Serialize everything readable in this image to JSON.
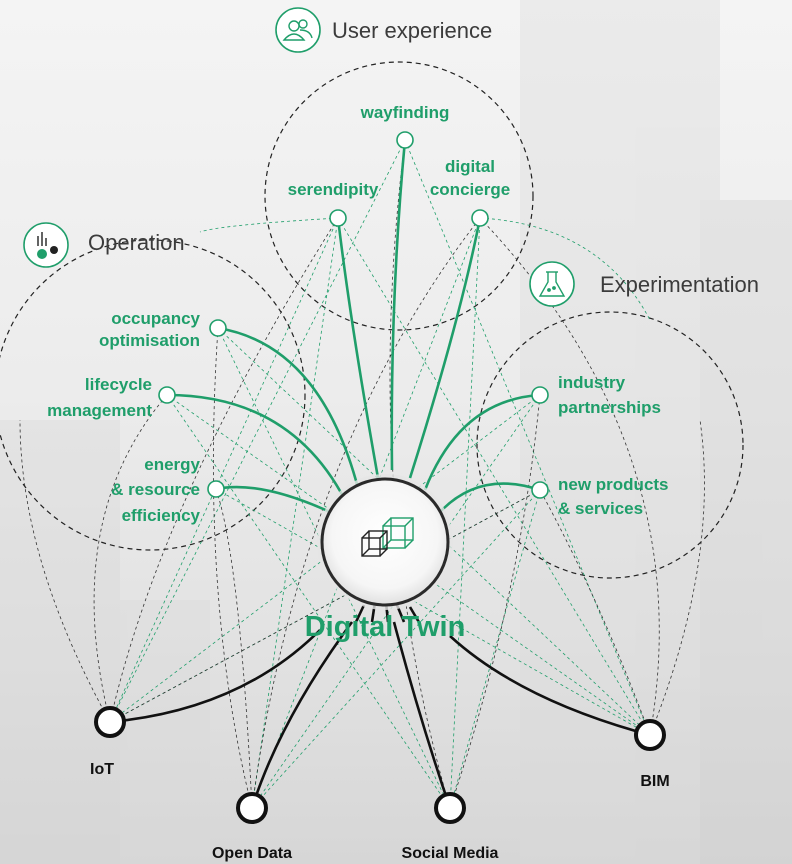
{
  "hub": {
    "title": "Digital Twin",
    "icon": "cubes-icon"
  },
  "clusters": [
    {
      "id": "ux",
      "title": "User experience",
      "icon": "users-icon",
      "items": [
        "wayfinding",
        "digital",
        "concierge",
        "serendipity"
      ]
    },
    {
      "id": "op",
      "title": "Operation",
      "icon": "chart-gear-icon",
      "items": [
        "occupancy",
        "optimisation",
        "lifecycle",
        "management",
        "energy",
        "& resource",
        "efficiency"
      ]
    },
    {
      "id": "exp",
      "title": "Experimentation",
      "icon": "flask-icon",
      "items": [
        "industry",
        "partnerships",
        "new products",
        "& services"
      ]
    }
  ],
  "sources": [
    "IoT",
    "Open Data",
    "Social Media",
    "BIM"
  ],
  "colors": {
    "accent": "#1f9e6a",
    "dark": "#111111",
    "dashed": "#222222"
  }
}
